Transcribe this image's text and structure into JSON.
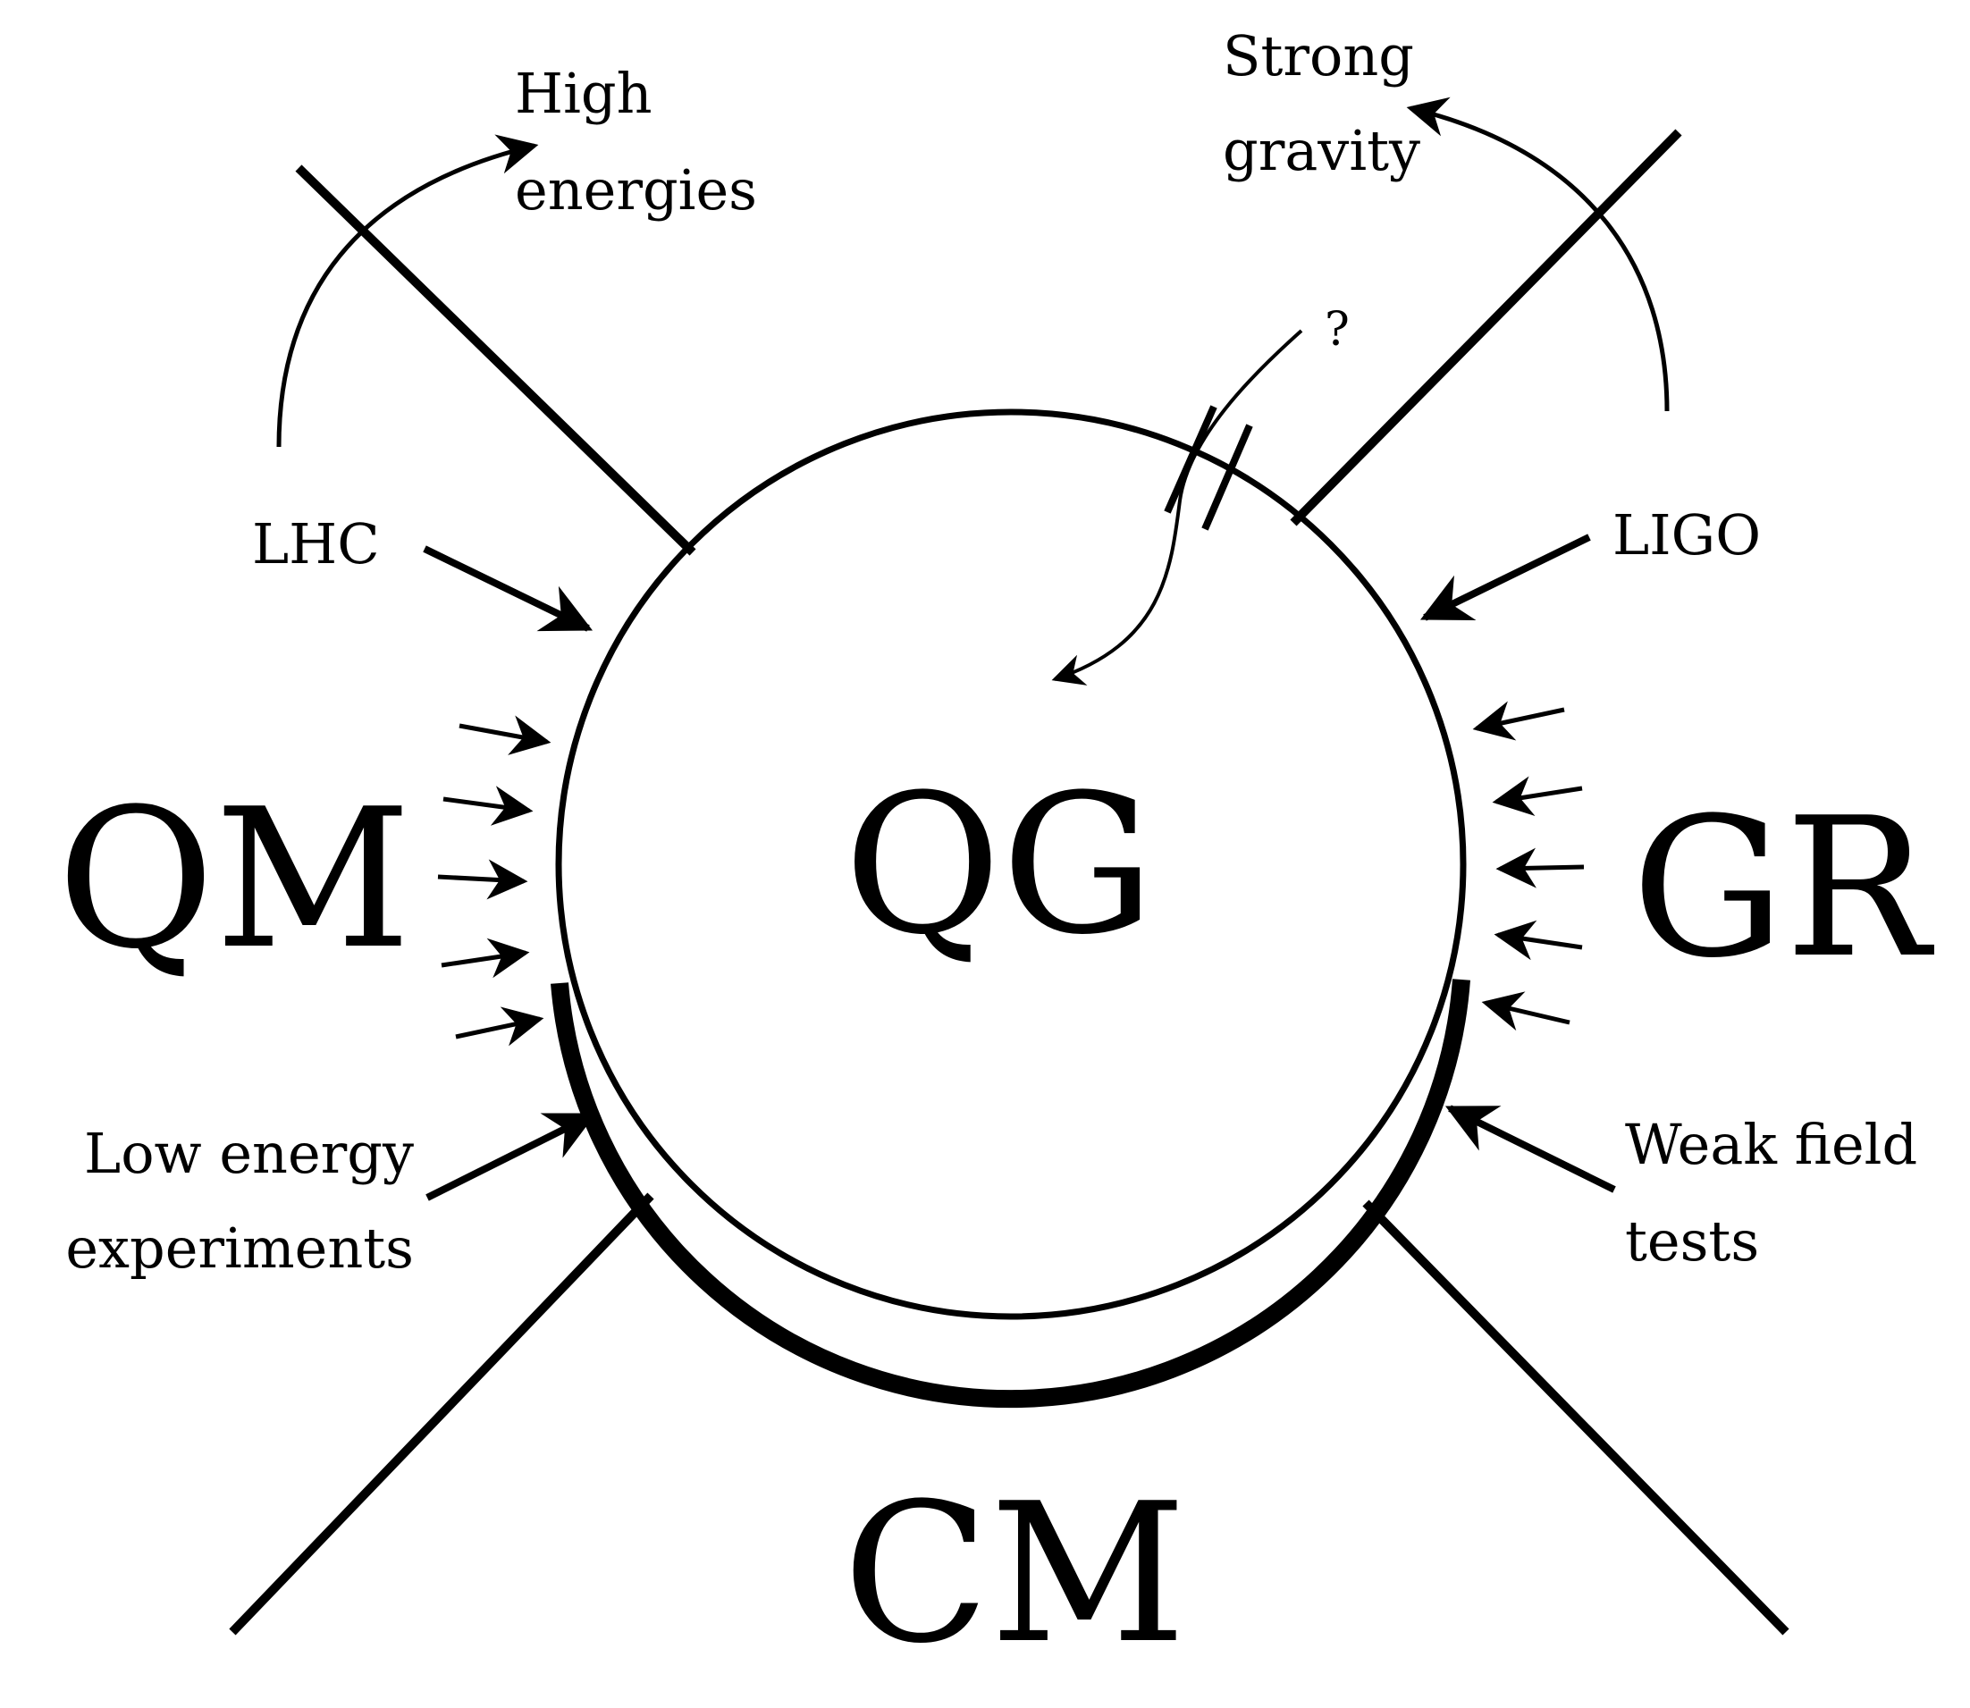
{
  "diagram": {
    "center_label": "QG",
    "regions": {
      "left": "QM",
      "right": "GR",
      "bottom": "CM"
    },
    "annotations": {
      "high_energies": [
        "High",
        "energies"
      ],
      "strong_gravity": [
        "Strong",
        "gravity"
      ],
      "question_mark": "?",
      "lhc": "LHC",
      "ligo": "LIGO",
      "low_energy": [
        "Low energy",
        "experiments"
      ],
      "weak_field": [
        "Weak field",
        "tests"
      ]
    }
  }
}
